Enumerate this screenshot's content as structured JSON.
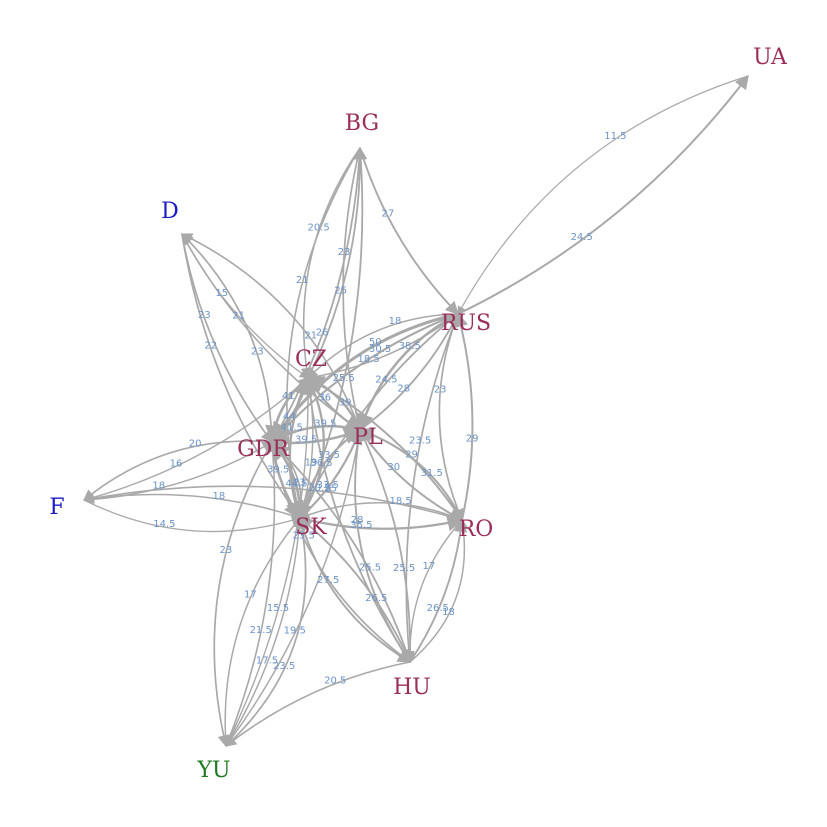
{
  "colors": {
    "edge": "#a9a9a9",
    "edge_label": "#6b93c9",
    "group_east": "#9b2d5a",
    "group_west": "#1a1ac8",
    "group_yu": "#1e7a1e"
  },
  "nodes": [
    {
      "id": "UA",
      "label": "UA",
      "color": "#9b2d5a"
    },
    {
      "id": "BG",
      "label": "BG",
      "color": "#9b2d5a"
    },
    {
      "id": "D",
      "label": "D",
      "color": "#1a1ac8"
    },
    {
      "id": "RUS",
      "label": "RUS",
      "color": "#9b2d5a"
    },
    {
      "id": "CZ",
      "label": "CZ",
      "color": "#9b2d5a"
    },
    {
      "id": "PL",
      "label": "PL",
      "color": "#9b2d5a"
    },
    {
      "id": "GDR",
      "label": "GDR",
      "color": "#9b2d5a"
    },
    {
      "id": "F",
      "label": "F",
      "color": "#1a1ac8"
    },
    {
      "id": "SK",
      "label": "SK",
      "color": "#9b2d5a"
    },
    {
      "id": "RO",
      "label": "RO",
      "color": "#9b2d5a"
    },
    {
      "id": "HU",
      "label": "HU",
      "color": "#9b2d5a"
    },
    {
      "id": "YU",
      "label": "YU",
      "color": "#1e7a1e"
    }
  ],
  "edges": [
    {
      "from": "RUS",
      "to": "UA",
      "label": "24.5",
      "weight": 1.4
    },
    {
      "from": "UA",
      "to": "RUS",
      "label": "11.5",
      "weight": 0.6
    },
    {
      "from": "CZ",
      "to": "BG",
      "label": "25",
      "weight": 1.2
    },
    {
      "from": "GDR",
      "to": "BG",
      "label": "26",
      "weight": 1.2
    },
    {
      "from": "BG",
      "to": "CZ",
      "label": "20.5",
      "weight": 1.0
    },
    {
      "from": "SK",
      "to": "BG",
      "label": "25.5",
      "weight": 1.2
    },
    {
      "from": "BG",
      "to": "SK",
      "label": "21",
      "weight": 1.0
    },
    {
      "from": "BG",
      "to": "PL",
      "label": "23",
      "weight": 1.1
    },
    {
      "from": "BG",
      "to": "RUS",
      "label": "27",
      "weight": 1.3
    },
    {
      "from": "D",
      "to": "CZ",
      "label": "15",
      "weight": 0.7
    },
    {
      "from": "D",
      "to": "GDR",
      "label": "23",
      "weight": 1.1
    },
    {
      "from": "D",
      "to": "SK",
      "label": "22",
      "weight": 1.1
    },
    {
      "from": "D",
      "to": "PL",
      "label": "21",
      "weight": 1.0
    },
    {
      "from": "GDR",
      "to": "D",
      "label": "23",
      "weight": 1.1
    },
    {
      "from": "PL",
      "to": "D",
      "label": "21",
      "weight": 1.0
    },
    {
      "from": "CZ",
      "to": "RUS",
      "label": "18.5",
      "weight": 0.9
    },
    {
      "from": "RUS",
      "to": "CZ",
      "label": "18",
      "weight": 0.9
    },
    {
      "from": "SK",
      "to": "CZ",
      "label": "19",
      "weight": 0.9
    },
    {
      "from": "PL",
      "to": "RUS",
      "label": "28",
      "weight": 1.3
    },
    {
      "from": "RUS",
      "to": "GDR",
      "label": "30.5",
      "weight": 1.5
    },
    {
      "from": "RUS",
      "to": "PL",
      "label": "38.5",
      "weight": 1.9
    },
    {
      "from": "RUS",
      "to": "SK",
      "label": "24.5",
      "weight": 1.2
    },
    {
      "from": "RUS",
      "to": "GDR",
      "label": "50",
      "weight": 2.4
    },
    {
      "from": "RO",
      "to": "RUS",
      "label": "29",
      "weight": 1.4
    },
    {
      "from": "RUS",
      "to": "RO",
      "label": "23",
      "weight": 1.1
    },
    {
      "from": "RUS",
      "to": "HU",
      "label": "23.5",
      "weight": 1.1
    },
    {
      "from": "F",
      "to": "CZ",
      "label": "16",
      "weight": 0.8
    },
    {
      "from": "F",
      "to": "GDR",
      "label": "18",
      "weight": 0.9
    },
    {
      "from": "GDR",
      "to": "F",
      "label": "20",
      "weight": 1.0
    },
    {
      "from": "SK",
      "to": "F",
      "label": "18",
      "weight": 0.9
    },
    {
      "from": "F",
      "to": "SK",
      "label": "14.5",
      "weight": 0.7
    },
    {
      "from": "RO",
      "to": "F",
      "label": "20.5",
      "weight": 1.0
    },
    {
      "from": "YU",
      "to": "GDR",
      "label": "21.5",
      "weight": 1.0
    },
    {
      "from": "GDR",
      "to": "YU",
      "label": "23",
      "weight": 1.1
    },
    {
      "from": "YU",
      "to": "SK",
      "label": "17.5",
      "weight": 0.9
    },
    {
      "from": "YU",
      "to": "CZ",
      "label": "15.5",
      "weight": 0.8
    },
    {
      "from": "SK",
      "to": "YU",
      "label": "17",
      "weight": 0.9
    },
    {
      "from": "YU",
      "to": "PL",
      "label": "19.5",
      "weight": 0.9
    },
    {
      "from": "HU",
      "to": "YU",
      "label": "20.5",
      "weight": 1.0
    },
    {
      "from": "GDR",
      "to": "CZ",
      "label": "44",
      "weight": 2.1
    },
    {
      "from": "CZ",
      "to": "GDR",
      "label": "41",
      "weight": 2.0
    },
    {
      "from": "CZ",
      "to": "PL",
      "label": "36",
      "weight": 1.7
    },
    {
      "from": "PL",
      "to": "CZ",
      "label": "39",
      "weight": 1.9
    },
    {
      "from": "SK",
      "to": "PL",
      "label": "33.5",
      "weight": 1.6
    },
    {
      "from": "GDR",
      "to": "PL",
      "label": "39.5",
      "weight": 1.9
    },
    {
      "from": "PL",
      "to": "GDR",
      "label": "39.5",
      "weight": 1.9
    },
    {
      "from": "PL",
      "to": "SK",
      "label": "33.5",
      "weight": 1.6
    },
    {
      "from": "GDR",
      "to": "SK",
      "label": "39.5",
      "weight": 1.9
    },
    {
      "from": "SK",
      "to": "GDR",
      "label": "44.5",
      "weight": 2.1
    },
    {
      "from": "CZ",
      "to": "SK",
      "label": "41.5",
      "weight": 2.0
    },
    {
      "from": "SK",
      "to": "CZ",
      "label": "36.5",
      "weight": 1.7
    },
    {
      "from": "PL",
      "to": "RO",
      "label": "30",
      "weight": 1.4
    },
    {
      "from": "RO",
      "to": "PL",
      "label": "31.5",
      "weight": 1.5
    },
    {
      "from": "HU",
      "to": "PL",
      "label": "25.5",
      "weight": 1.2
    },
    {
      "from": "PL",
      "to": "HU",
      "label": "28",
      "weight": 1.3
    },
    {
      "from": "RO",
      "to": "CZ",
      "label": "29",
      "weight": 1.4
    },
    {
      "from": "SK",
      "to": "RO",
      "label": "35.5",
      "weight": 1.7
    },
    {
      "from": "RO",
      "to": "SK",
      "label": "18.5",
      "weight": 0.9
    },
    {
      "from": "HU",
      "to": "SK",
      "label": "26.5",
      "weight": 1.3
    },
    {
      "from": "SK",
      "to": "HU",
      "label": "27.5",
      "weight": 1.3
    },
    {
      "from": "HU",
      "to": "RO",
      "label": "26.5",
      "weight": 1.3
    },
    {
      "from": "RO",
      "to": "HU",
      "label": "17",
      "weight": 0.8
    },
    {
      "from": "HU",
      "to": "GDR",
      "label": "25.5",
      "weight": 1.2
    },
    {
      "from": "GDR",
      "to": "HU",
      "label": "23.5",
      "weight": 1.1
    },
    {
      "from": "CZ",
      "to": "HU",
      "label": "25",
      "weight": 1.2
    },
    {
      "from": "HU",
      "to": "RO",
      "label": "18",
      "weight": 0.9
    },
    {
      "from": "SK",
      "to": "GDR",
      "label": "23",
      "weight": 1.1
    },
    {
      "from": "YU",
      "to": "SK",
      "label": "23.5",
      "weight": 1.1
    }
  ]
}
